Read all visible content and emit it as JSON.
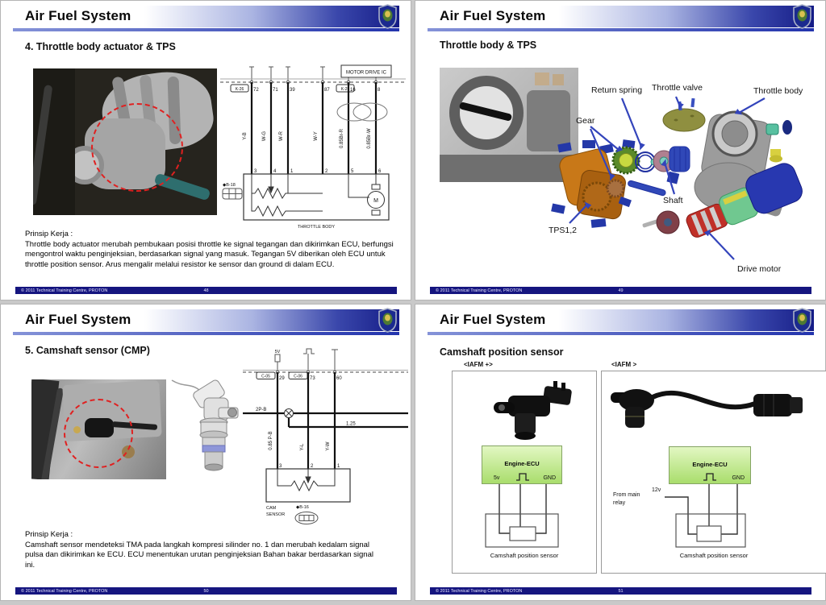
{
  "slides": [
    {
      "title": "Air Fuel System",
      "subtitle": "4. Throttle body actuator & TPS",
      "page": "48",
      "copyright": "© 2011 Technical Training Centre, PROTON",
      "prinsip": {
        "heading": "Prinsip Kerja :",
        "body": "Throttle body actuator merubah pembukaan posisi throttle ke signal tegangan dan dikirimkan ECU, berfungsi mengontrol waktu penginjeksian, berdasarkan signal yang masuk. Tegangan 5V diberikan oleh ECU untuk throttle position sensor. Arus mengalir melalui resistor ke sensor dan ground di dalam ECU."
      },
      "wiring": {
        "ic_label": "MOTOR DRIVE IC",
        "conn_left": "K-26",
        "conn_right": "K-25",
        "pins_top": [
          "72",
          "71",
          "39",
          "87",
          "16",
          "8"
        ],
        "wires": [
          "Y-B",
          "W-G",
          "W-R",
          "W-Y",
          "0.85Br-R",
          "0.85Br-W"
        ],
        "pins_bottom": [
          "3",
          "4",
          "1",
          "2",
          "5",
          "6"
        ],
        "box": "THROTTLE BODY",
        "connector": "◆B-18",
        "motor": "M"
      }
    },
    {
      "title": "Air Fuel System",
      "subtitle": "Throttle body & TPS",
      "page": "49",
      "copyright": "© 2011 Technical Training Centre, PROTON",
      "labels": {
        "return_spring": "Return spring",
        "throttle_valve": "Throttle valve",
        "throttle_body": "Throttle body",
        "gear": "Gear",
        "shaft": "Shaft",
        "tps": "TPS1,2",
        "drive_motor": "Drive motor"
      }
    },
    {
      "title": "Air Fuel System",
      "subtitle": "5. Camshaft sensor (CMP)",
      "page": "50",
      "copyright": "© 2011 Technical Training Centre, PROTON",
      "prinsip": {
        "heading": "Prinsip Kerja :",
        "body": "Camshaft sensor mendeteksi TMA pada langkah kompresi silinder no. 1 dan merubah kedalam signal pulsa dan dikirimkan ke ECU. ECU menentukan urutan penginjeksian Bahan bakar berdasarkan signal ini."
      },
      "wiring": {
        "v5": "5V",
        "conn_1": "C-05",
        "conn_2": "C-06",
        "pins_top": [
          "29",
          "73",
          "60"
        ],
        "h_label": "2P-B",
        "branch_label": "1.25",
        "wires": [
          "0.85 P-B",
          "Y-L",
          "Y-W"
        ],
        "pins_bottom": [
          "3",
          "2",
          "1"
        ],
        "box_l1": "CAM",
        "box_l2": "SENSOR",
        "connector": "◆B-16"
      }
    },
    {
      "title": "Air Fuel System",
      "subtitle": "Camshaft position sensor",
      "page": "51",
      "copyright": "© 2011 Technical Training Centre, PROTON",
      "panels": [
        {
          "tag": "<IAFM +>",
          "ecu": "Engine-ECU",
          "v": "5v",
          "gnd": "GND",
          "caption": "Camshaft position sensor"
        },
        {
          "tag": "<IAFM >",
          "ecu": "Engine-ECU",
          "gnd": "GND",
          "relay_l1": "From main",
          "relay_l2": "relay",
          "v": "12v",
          "caption": "Camshaft position sensor"
        }
      ]
    }
  ]
}
